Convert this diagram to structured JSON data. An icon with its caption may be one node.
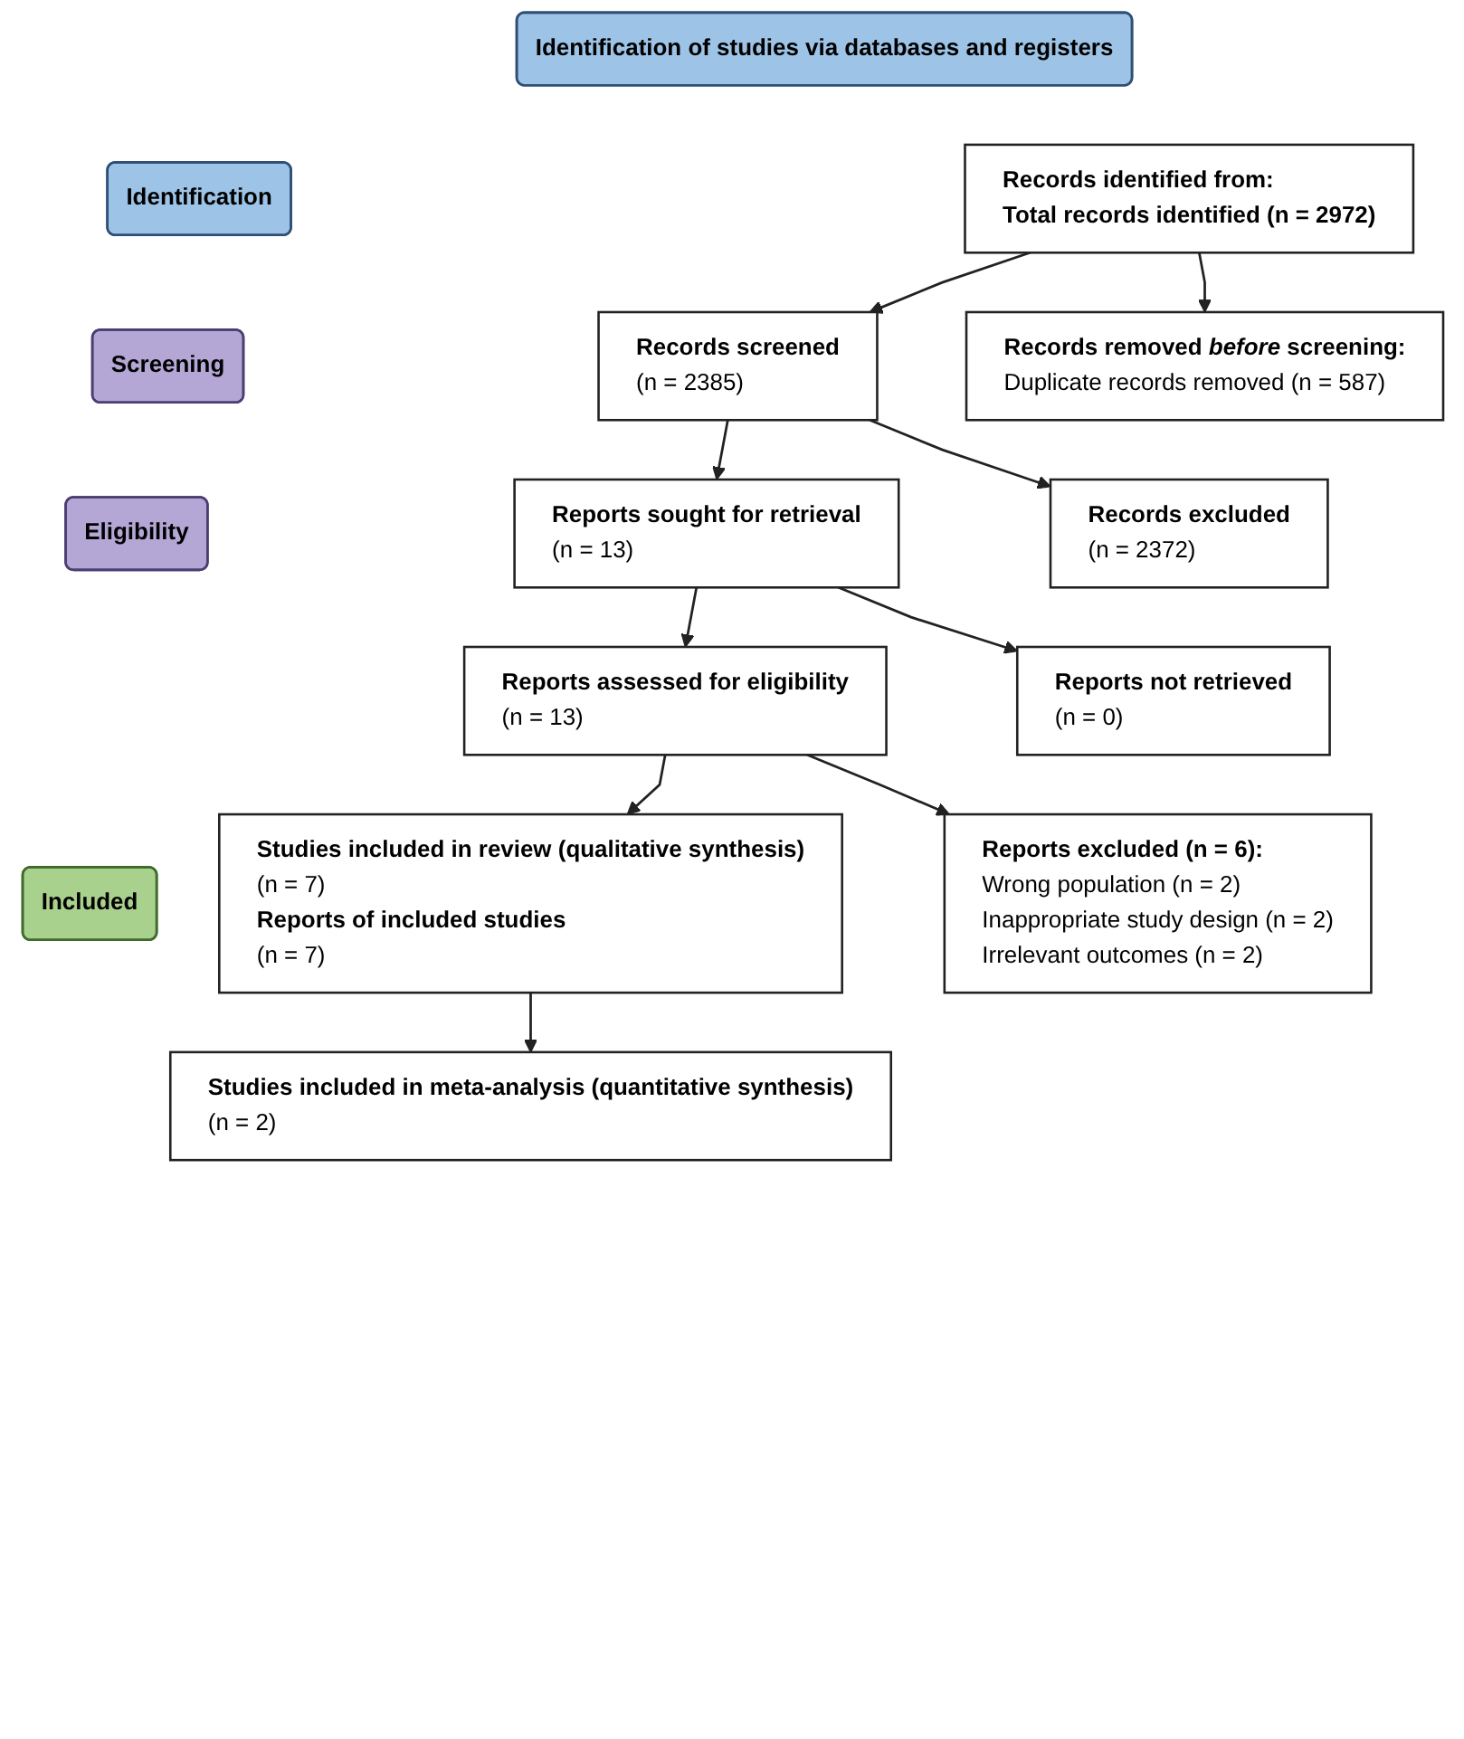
{
  "diagram": {
    "nodes": [
      {
        "text": [
          "Identification of studies via databases and registers"
        ]
      },
      {
        "text": [
          "Identification"
        ]
      },
      {
        "text": [
          "Records identified from:",
          "Total records identified (n = 2972)"
        ]
      },
      {
        "text": [
          "Records removed *before* screening:",
          "Duplicate records removed (n = 587)"
        ]
      },
      {
        "text": [
          "Screening"
        ]
      },
      {
        "text": [
          "Records screened",
          "(n = 2385)"
        ]
      },
      {
        "text": [
          "Records excluded",
          "(n = 2372)"
        ]
      },
      {
        "text": [
          "Eligibility"
        ]
      },
      {
        "text": [
          "Reports sought for retrieval",
          "(n = 13)"
        ]
      },
      {
        "text": [
          "Reports not retrieved",
          "(n = 0)"
        ]
      },
      {
        "text": [
          "Reports assessed for eligibility",
          "(n = 13)"
        ]
      },
      {
        "text": [
          "Reports excluded (n = 6):",
          "Wrong population (n = 2)",
          "Inappropriate study design (n = 2)",
          "Irrelevant outcomes (n = 2)"
        ]
      },
      {
        "text": [
          "Included"
        ]
      },
      {
        "text": [
          "Studies included in review (qualitative synthesis)",
          "(n = 7)",
          "Reports of included studies",
          "(n = 7)"
        ]
      },
      {
        "text": [
          "Studies included in meta-analysis (quantitative synthesis)",
          "(n = 2)"
        ]
      }
    ],
    "edges": [
      {
        "from": 2,
        "to": 3,
        "arrow": "to"
      },
      {
        "from": 2,
        "to": 5,
        "arrow": "to"
      },
      {
        "from": 5,
        "to": 6,
        "arrow": "to"
      },
      {
        "from": 5,
        "to": 8,
        "arrow": "to"
      },
      {
        "from": 8,
        "to": 9,
        "arrow": "to"
      },
      {
        "from": 8,
        "to": 10,
        "arrow": "to"
      },
      {
        "from": 10,
        "to": 11,
        "arrow": "to"
      },
      {
        "from": 10,
        "to": 13,
        "arrow": "to"
      },
      {
        "from": 13,
        "to": 14,
        "arrow": "to"
      }
    ]
  }
}
